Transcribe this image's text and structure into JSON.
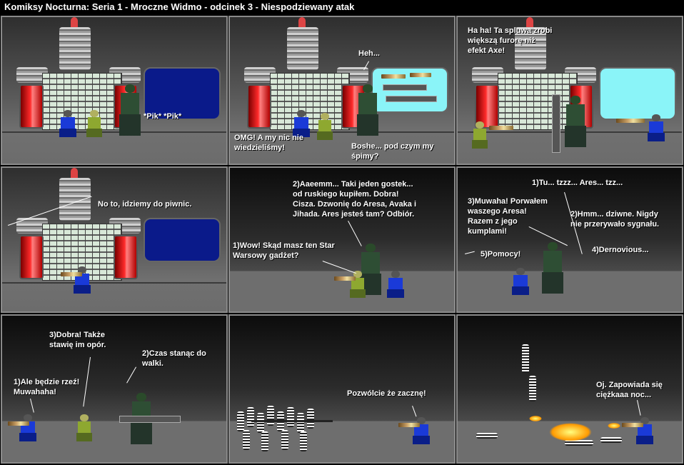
{
  "title": "Komiksy Nocturna: Seria 1 - Mroczne Widmo - odcinek 3 - Niespodziewany atak",
  "colors": {
    "background": "#000000",
    "screen_dark_blue": "#0a1a8a",
    "screen_cyan": "#8af4f8",
    "tube_red": "#e01010",
    "text": "#ffffff"
  },
  "panels": [
    {
      "id": 1,
      "lines": [
        "*Pik* *Pik*"
      ]
    },
    {
      "id": 2,
      "lines": [
        "Heh...",
        "OMG! A my nic nie\n wiedzieliśmy!",
        "Boshe... pod czym my\nśpimy?"
      ]
    },
    {
      "id": 3,
      "lines": [
        "Ha ha! Ta spluwa zrobi\nwiększą furorę niż\nefekt Axe!"
      ]
    },
    {
      "id": 4,
      "lines": [
        "No to, idziemy do piwnic."
      ]
    },
    {
      "id": 5,
      "lines": [
        "2)Aaeemm... Taki jeden gostek...\nod ruskiego kupiłem. Dobra!\nCisza. Dzwonię do Aresa, Avaka i\nJihada. Ares jesteś tam? Odbiór.",
        "1)Wow! Skąd masz ten Star\nWarsowy gadżet?"
      ]
    },
    {
      "id": 6,
      "lines": [
        "1)Tu... tzzz... Ares... tzz...",
        "3)Muwaha! Porwałem\nwaszego Aresa!\nRazem z jego\nkumplami!",
        "2)Hmm... dziwne. Nigdy\nnie przerywało sygnału.",
        "4)Dernovious...",
        "5)Pomocy!"
      ]
    },
    {
      "id": 7,
      "lines": [
        "3)Dobra! Także\nstawię im opór.",
        "2)Czas stanąc do\nwalki.",
        "1)Ale będzie rzeź!\nMuwahaha!"
      ]
    },
    {
      "id": 8,
      "lines": [
        "Pozwólcie że zacznę!"
      ]
    },
    {
      "id": 9,
      "lines": [
        "Oj. Zapowiada się\nciężkaaa noc..."
      ]
    }
  ]
}
